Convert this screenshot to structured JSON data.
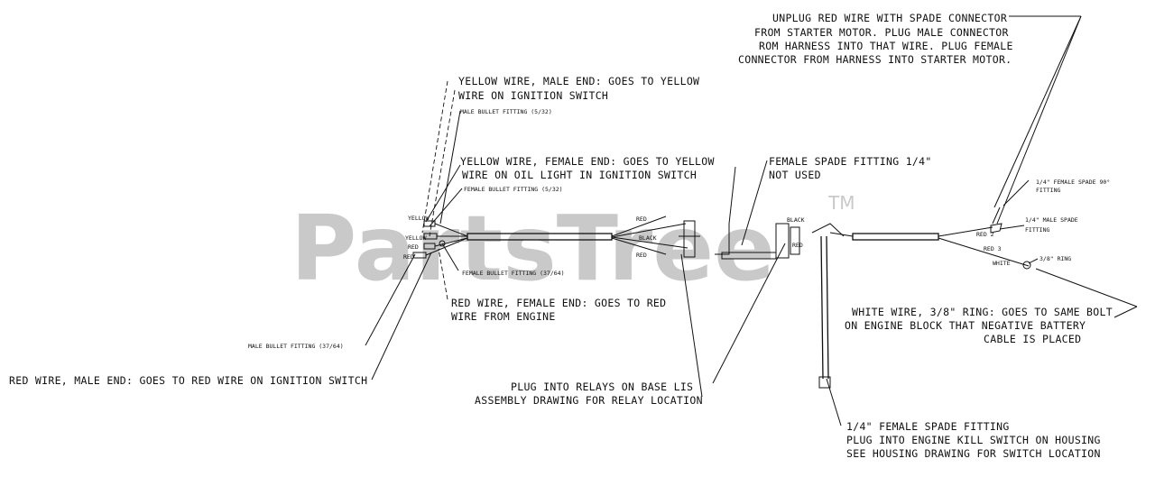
{
  "watermark": {
    "text": "PartsTree",
    "tm": "TM"
  },
  "callouts": {
    "unplug_red_1": "UNPLUG RED WIRE WITH SPADE CONNECTOR",
    "unplug_red_2": "FROM STARTER MOTOR. PLUG MALE CONNECTOR",
    "unplug_red_3": "ROM HARNESS INTO THAT WIRE. PLUG FEMALE",
    "unplug_red_4": "CONNECTOR FROM HARNESS INTO STARTER MOTOR.",
    "yellow_male_1": "YELLOW WIRE, MALE END: GOES TO YELLOW",
    "yellow_male_2": "WIRE ON IGNITION SWITCH",
    "male_bullet_532": "MALE BULLET FITTING (5/32)",
    "yellow_female_1": "YELLOW WIRE, FEMALE END: GOES TO YELLOW",
    "yellow_female_2": "WIRE ON OIL LIGHT IN IGNITION SWITCH",
    "female_bullet_532": "FEMALE BULLET FITTING (5/32)",
    "female_spade_1": "FEMALE SPADE FITTING 1/4\"",
    "female_spade_2": "NOT USED",
    "female_spade_90_1": "1/4\" FEMALE SPADE 90°",
    "female_spade_90_2": "FITTING",
    "male_spade_1": "1/4\" MALE SPADE",
    "male_spade_2": "FITTING",
    "ring_38": "3/8\" RING",
    "female_bullet_3764": "FEMALE BULLET FITTING (37/64)",
    "red_female_1": "RED WIRE, FEMALE END: GOES TO RED",
    "red_female_2": "WIRE FROM ENGINE",
    "white_ring_1": "WHITE WIRE, 3/8\" RING: GOES TO SAME BOLT",
    "white_ring_2": "ON ENGINE BLOCK THAT NEGATIVE BATTERY",
    "white_ring_3": "CABLE IS PLACED",
    "male_bullet_3764": "MALE BULLET FITTING (37/64)",
    "red_male": "RED WIRE, MALE END: GOES TO RED WIRE ON IGNITION SWITCH",
    "relays_1": "PLUG INTO RELAYS ON BASE LIS",
    "relays_2": "ASSEMBLY DRAWING FOR RELAY LOCATION",
    "kill_1": "1/4\" FEMALE SPADE FITTING",
    "kill_2": "PLUG INTO ENGINE KILL SWITCH ON HOUSING",
    "kill_3": "SEE HOUSING DRAWING FOR SWITCH LOCATION"
  },
  "small_labels": {
    "yellow": "YELLOW",
    "yellow2": "YELLOW",
    "red": "RED",
    "red2": "RED",
    "white": "WHITE",
    "red3": "RED 3",
    "red2b": "RED 2",
    "w1": "RED",
    "w2": "BLACK",
    "w3": "RED",
    "w4": "BLACK",
    "w5": "RED"
  }
}
